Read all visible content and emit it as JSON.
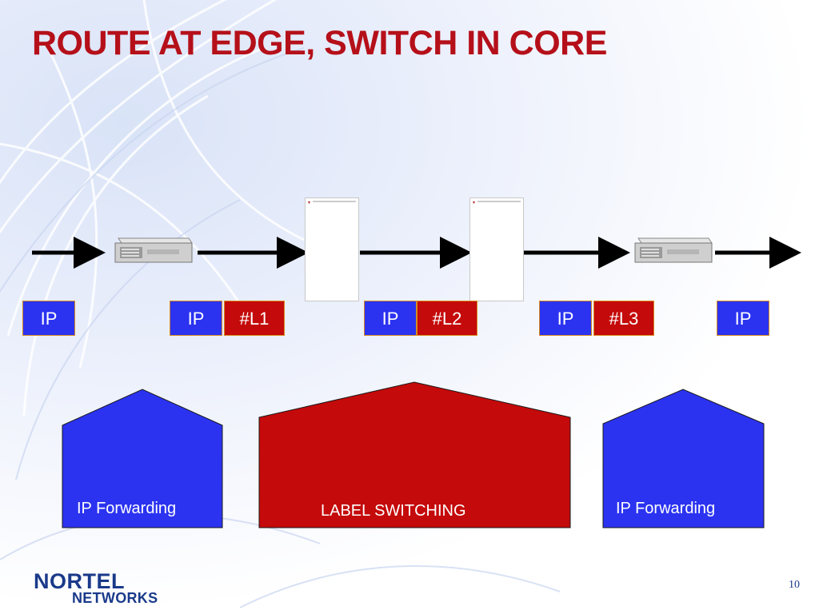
{
  "title": "ROUTE AT EDGE, SWITCH IN CORE",
  "packets": [
    {
      "ip": "IP",
      "label": ""
    },
    {
      "ip": "IP",
      "label": "#L1"
    },
    {
      "ip": "IP",
      "label": "#L2"
    },
    {
      "ip": "IP",
      "label": "#L3"
    },
    {
      "ip": "IP",
      "label": ""
    }
  ],
  "stages": [
    {
      "caption": "IP Forwarding",
      "color": "#2b33f0"
    },
    {
      "caption": "LABEL SWITCHING",
      "color": "#c40a0a"
    },
    {
      "caption": "IP Forwarding",
      "color": "#2b33f0"
    }
  ],
  "logo": {
    "line1": "NORTEL",
    "line2": "NETWORKS"
  },
  "page_number": "10",
  "colors": {
    "title": "#b5101a",
    "ip_block": "#2b33f0",
    "label_block": "#c40a0a",
    "logo": "#1a3a8a"
  }
}
